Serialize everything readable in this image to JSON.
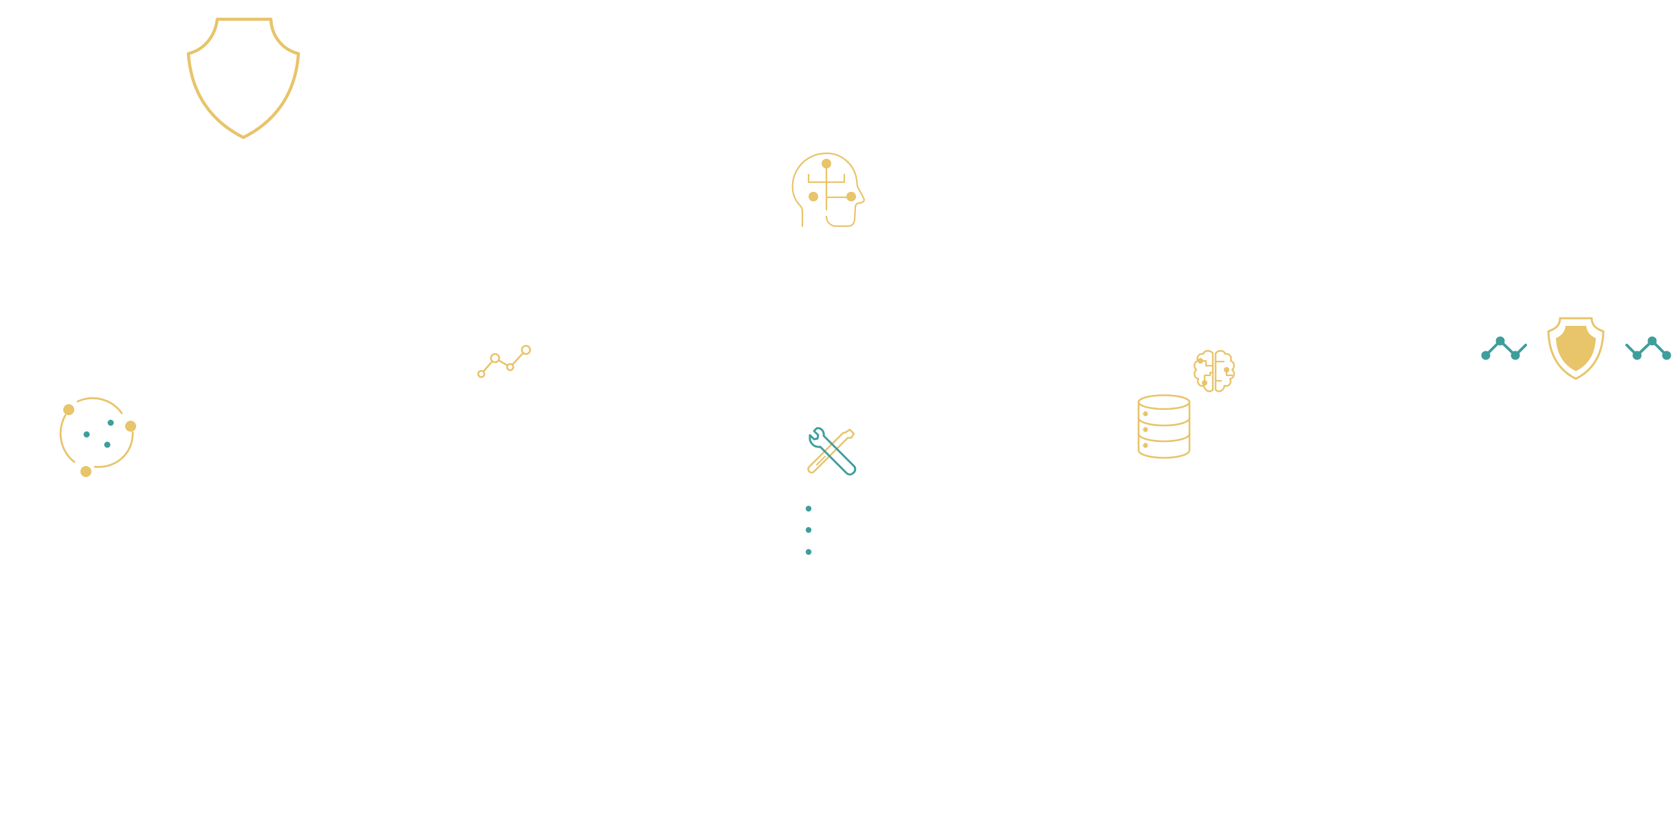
{
  "page": {
    "background": "#ffffff"
  },
  "colors": {
    "gold": "#E8C46A",
    "teal": "#3E9E9C"
  },
  "icons": [
    {
      "name": "shield-outline-icon",
      "color": "gold",
      "style": "outline"
    },
    {
      "name": "head-circuit-icon",
      "color": "gold",
      "style": "outline"
    },
    {
      "name": "line-graph-icon",
      "color": "gold",
      "style": "outline"
    },
    {
      "name": "orbit-network-icon",
      "colors": [
        "gold",
        "teal"
      ],
      "style": "outline"
    },
    {
      "name": "wrench-screwdriver-icon",
      "colors": [
        "gold",
        "teal"
      ],
      "style": "outline"
    },
    {
      "name": "vertical-dots-icon",
      "color": "teal",
      "style": "filled"
    },
    {
      "name": "database-icon",
      "color": "gold",
      "style": "outline"
    },
    {
      "name": "brain-circuit-icon",
      "color": "gold",
      "style": "outline"
    },
    {
      "name": "sparkline-left-icon",
      "color": "teal",
      "style": "filled"
    },
    {
      "name": "shield-filled-icon",
      "color": "gold",
      "style": "filled"
    },
    {
      "name": "sparkline-right-icon",
      "color": "teal",
      "style": "filled"
    }
  ]
}
